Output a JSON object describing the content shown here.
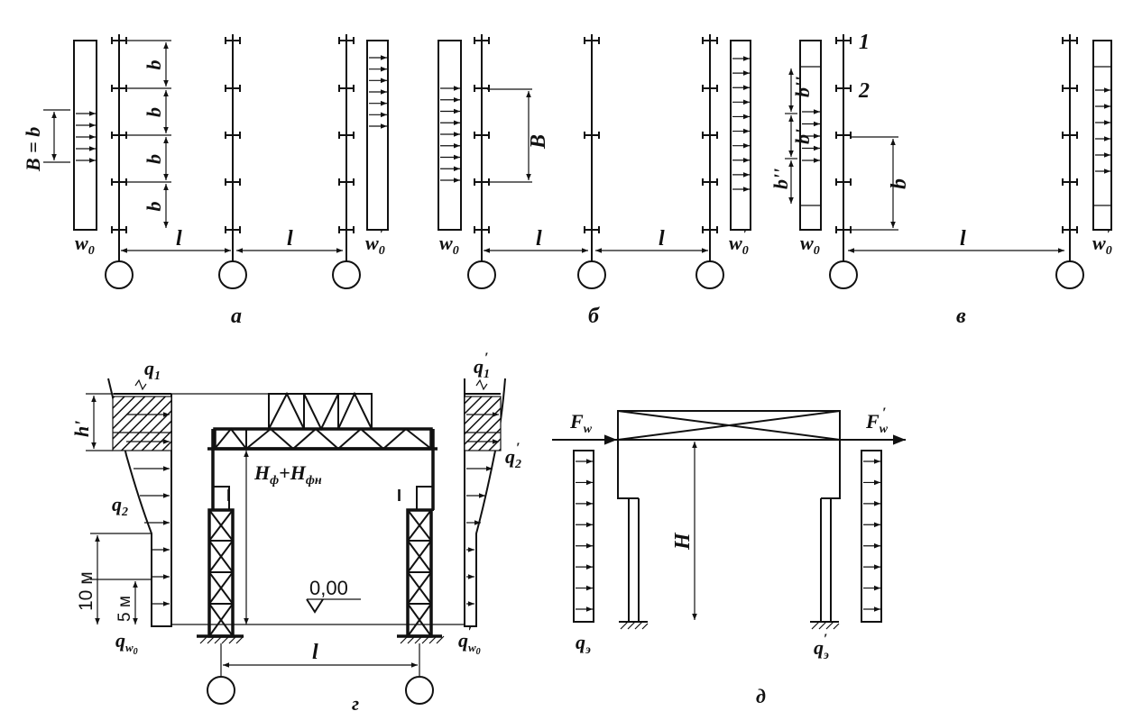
{
  "panel_a": {
    "caption": "а",
    "spacing": "b",
    "span": "l",
    "load": "w",
    "load_sub": "0",
    "load_prime": "w",
    "load_prime_sub": "0",
    "width_eq": "B = b"
  },
  "panel_b": {
    "caption": "б",
    "width": "B",
    "span": "l",
    "load": "w",
    "load_sub": "0",
    "load_prime": "w",
    "load_prime_sub": "0"
  },
  "panel_v": {
    "caption": "в",
    "marker_1": "1",
    "marker_2": "2",
    "b_double_prime": "b''",
    "b_prime": "b'",
    "b": "b",
    "span": "l",
    "load": "w",
    "load_sub": "0",
    "load_prime": "w",
    "load_prime_sub": "0"
  },
  "panel_g": {
    "caption": "г",
    "q1": "q",
    "q1_sub": "1",
    "q1p": "q",
    "q1p_sub": "1",
    "q2": "q",
    "q2_sub": "2",
    "q2p": "q",
    "q2p_sub": "2",
    "qw0": "q",
    "qw0_sub": "w",
    "qw0_sub2": "0",
    "qw0p": "q",
    "qw0p_sub": "w",
    "qw0p_sub2": "0",
    "h_prime": "h'",
    "dim_10": "10 м",
    "dim_5": "5 м",
    "level": "0,00",
    "h_label_main": "H",
    "h_label_sub1": "ф",
    "h_label_plus": "+H",
    "h_label_sub2": "фн",
    "span": "l"
  },
  "panel_d": {
    "caption": "д",
    "Fw": "F",
    "Fw_sub": "w",
    "Fwp": "F",
    "Fwp_sub": "w",
    "height": "H",
    "qe": "q",
    "qe_sub": "э",
    "qep": "q",
    "qep_sub": "э"
  }
}
